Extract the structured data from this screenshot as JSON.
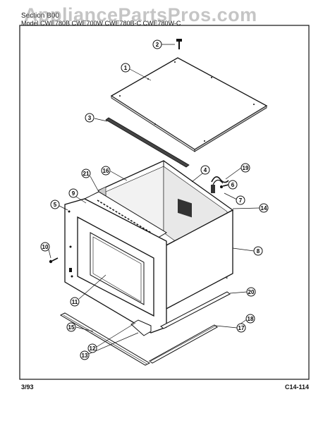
{
  "header": {
    "section": "Section  B00",
    "model": "Model  CWE780B  CWE700W  CWE780B-C  CWE780W-C"
  },
  "watermark": "AppliancePartsPros.com",
  "footer": {
    "date": "3/93",
    "code": "C14-114"
  },
  "parts": [
    "1",
    "2",
    "3",
    "4",
    "5",
    "6",
    "7",
    "8",
    "9",
    "10",
    "11",
    "12",
    "13",
    "14",
    "15",
    "16",
    "17",
    "18",
    "19",
    "20",
    "21"
  ]
}
